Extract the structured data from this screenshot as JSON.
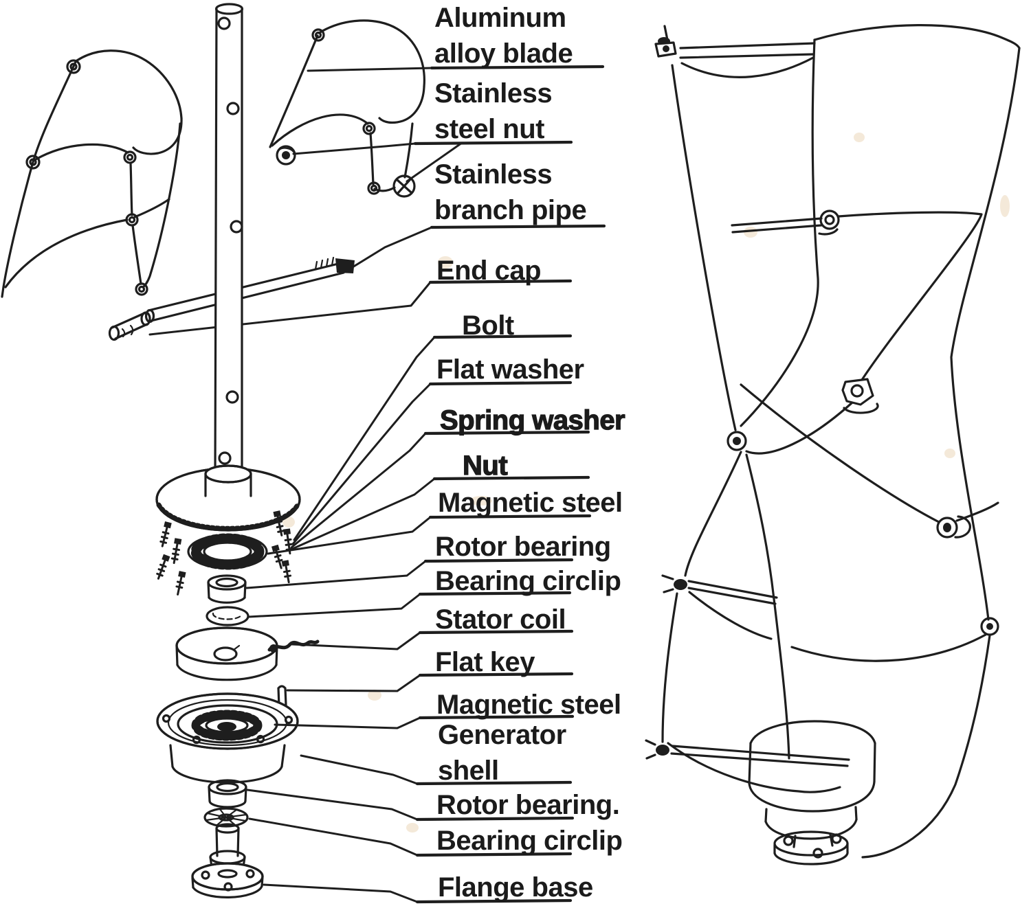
{
  "page": {
    "background": "#ffffff",
    "ink_color": "#1e1e1e",
    "smudge_color": "#cf9a52"
  },
  "labels": [
    {
      "id": "aluminum-alloy-blade",
      "text": "Aluminum alloy blade",
      "bold": false
    },
    {
      "id": "stainless-steel-nut",
      "text": "Stainless steel nut",
      "bold": false
    },
    {
      "id": "stainless-branch-pipe",
      "text": "Stainless branch pipe",
      "bold": false
    },
    {
      "id": "end-cap",
      "text": "End cap",
      "bold": false
    },
    {
      "id": "bolt",
      "text": "Bolt",
      "bold": false
    },
    {
      "id": "flat-washer",
      "text": "Flat washer",
      "bold": false
    },
    {
      "id": "spring-washer",
      "text": "Spring washer",
      "bold": true
    },
    {
      "id": "nut",
      "text": "Nut",
      "bold": true
    },
    {
      "id": "magnetic-steel",
      "text": "Magnetic steel",
      "bold": false
    },
    {
      "id": "rotor-bearing",
      "text": "Rotor bearing",
      "bold": false
    },
    {
      "id": "bearing-circlip",
      "text": "Bearing circlip",
      "bold": false
    },
    {
      "id": "stator-coil",
      "text": "Stator coil",
      "bold": false
    },
    {
      "id": "flat-key",
      "text": "Flat key",
      "bold": false
    },
    {
      "id": "magnetic-steel-2",
      "text": "Magnetic steel",
      "bold": false
    },
    {
      "id": "generator-shell",
      "text": "Generator shell",
      "bold": false
    },
    {
      "id": "rotor-bearing-2",
      "text": "Rotor bearing.",
      "bold": false
    },
    {
      "id": "bearing-circlip-2",
      "text": "Bearing circlip",
      "bold": false
    },
    {
      "id": "flange-base",
      "text": "Flange base",
      "bold": false
    }
  ]
}
